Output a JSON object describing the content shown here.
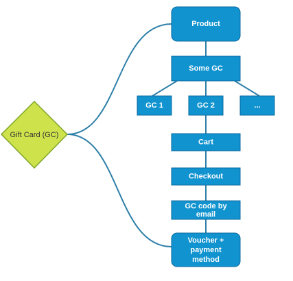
{
  "diagram": {
    "root": {
      "label": "Gift Card (GC)"
    },
    "nodes": {
      "product": "Product",
      "some_gc": "Some GC",
      "gc1": "GC 1",
      "gc2": "GC 2",
      "more": "...",
      "cart": "Cart",
      "checkout": "Checkout",
      "gc_email_line1": "GC code by",
      "gc_email_line2": "email",
      "voucher_line1": "Voucher +",
      "voucher_line2": "payment",
      "voucher_line3": "method"
    },
    "colors": {
      "node_fill": "#1193cf",
      "node_stroke": "#0a6aa0",
      "root_fill": "#cde24b",
      "root_stroke": "#7fa62a",
      "edge": "#2e7fa8"
    }
  }
}
